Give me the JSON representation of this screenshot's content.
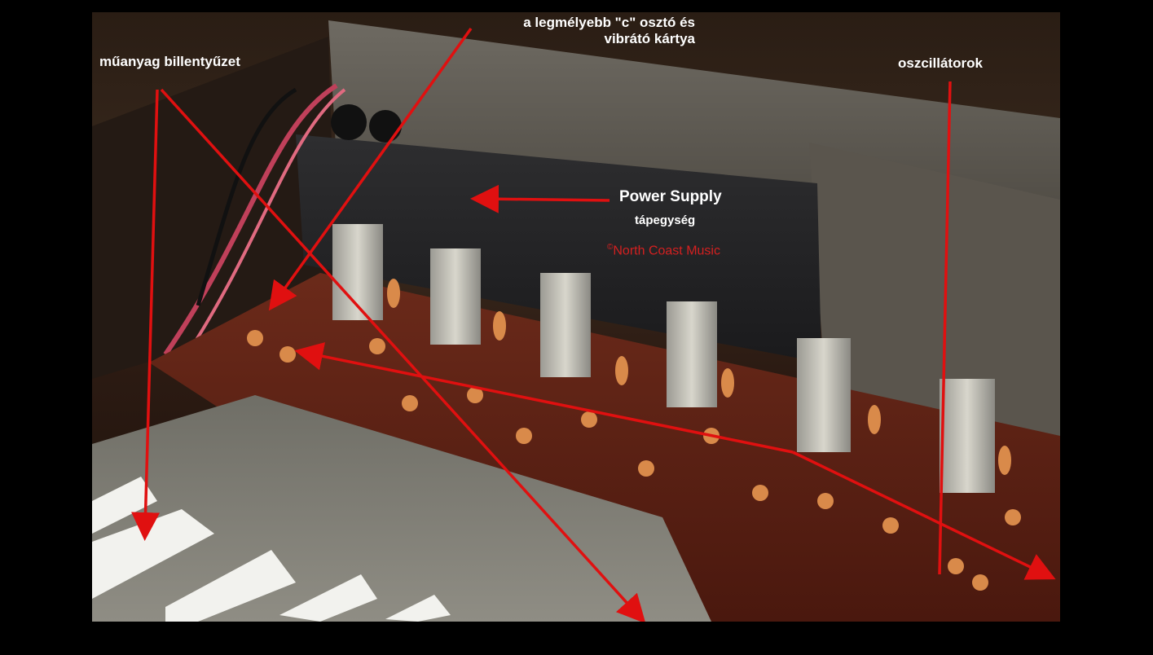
{
  "labels": {
    "keyboard": "műanyag billentyűzet",
    "divider_line1": "a legmélyebb \"c\" osztó és",
    "divider_line2": "vibrátó kártya",
    "oscillators": "oszcillátorok",
    "power_supply_en": "Power Supply",
    "power_supply_hu": "tápegység"
  },
  "watermark": {
    "symbol": "©",
    "text": "North Coast Music"
  },
  "colors": {
    "background": "#000000",
    "arrow": "#e01010",
    "label_text": "#ffffff",
    "watermark": "#d42020"
  }
}
